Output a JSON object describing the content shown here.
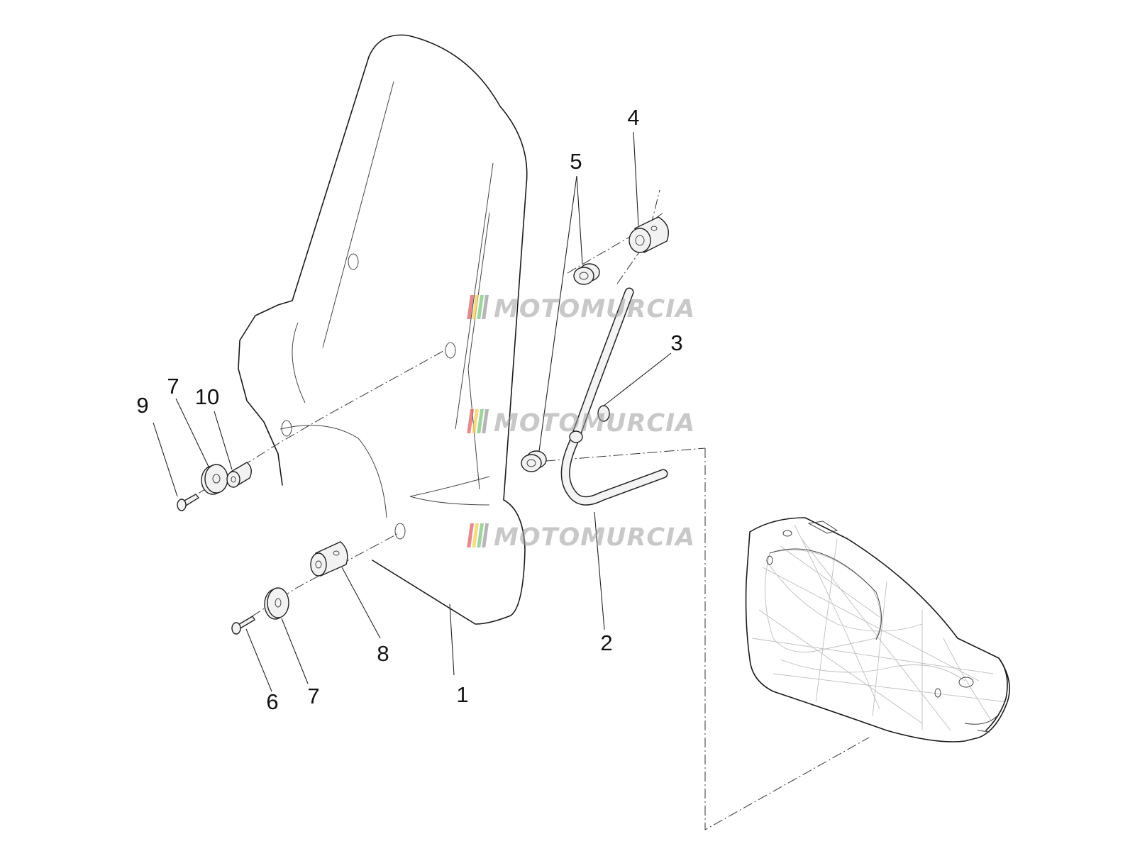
{
  "watermark": {
    "text": "MOTOMURCIA",
    "stripe_colors": [
      "#e06060",
      "#f3d25a",
      "#7fc57f",
      "#9e9e9e"
    ]
  },
  "callouts": [
    {
      "number": "1"
    },
    {
      "number": "2"
    },
    {
      "number": "3"
    },
    {
      "number": "4"
    },
    {
      "number": "5"
    },
    {
      "number": "6"
    },
    {
      "number": "7"
    },
    {
      "number": "7"
    },
    {
      "number": "8"
    },
    {
      "number": "9"
    },
    {
      "number": "10"
    }
  ]
}
